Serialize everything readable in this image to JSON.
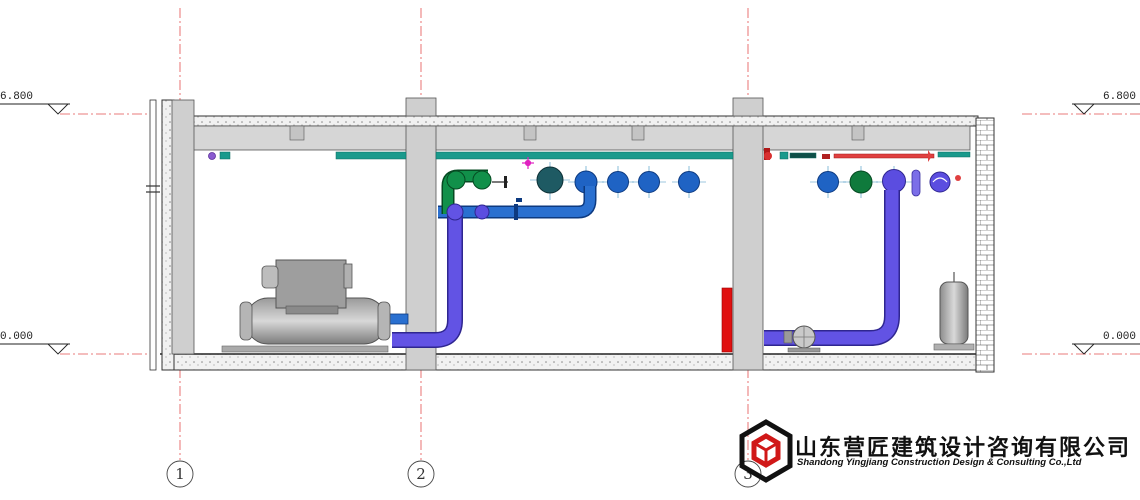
{
  "elevations": {
    "top_left": "6.800",
    "top_right": "6.800",
    "bottom_left": "0.000",
    "bottom_right": "0.000"
  },
  "axes": [
    "1",
    "2",
    "3"
  ],
  "company": {
    "name_cn": "山东营匠建筑设计咨询有限公司",
    "name_en": "Shandong Yingjiang Construction Design & Consulting Co.,Ltd"
  },
  "colors": {
    "pipe_blue": "#1f63c4",
    "pipe_violet": "#5b4de0",
    "pipe_teal": "#1a9a8c",
    "pipe_green": "#0f7a3c",
    "beam_gray": "#bdbdbd",
    "axis_red": "#e35050",
    "alarm_red": "#e01010"
  }
}
